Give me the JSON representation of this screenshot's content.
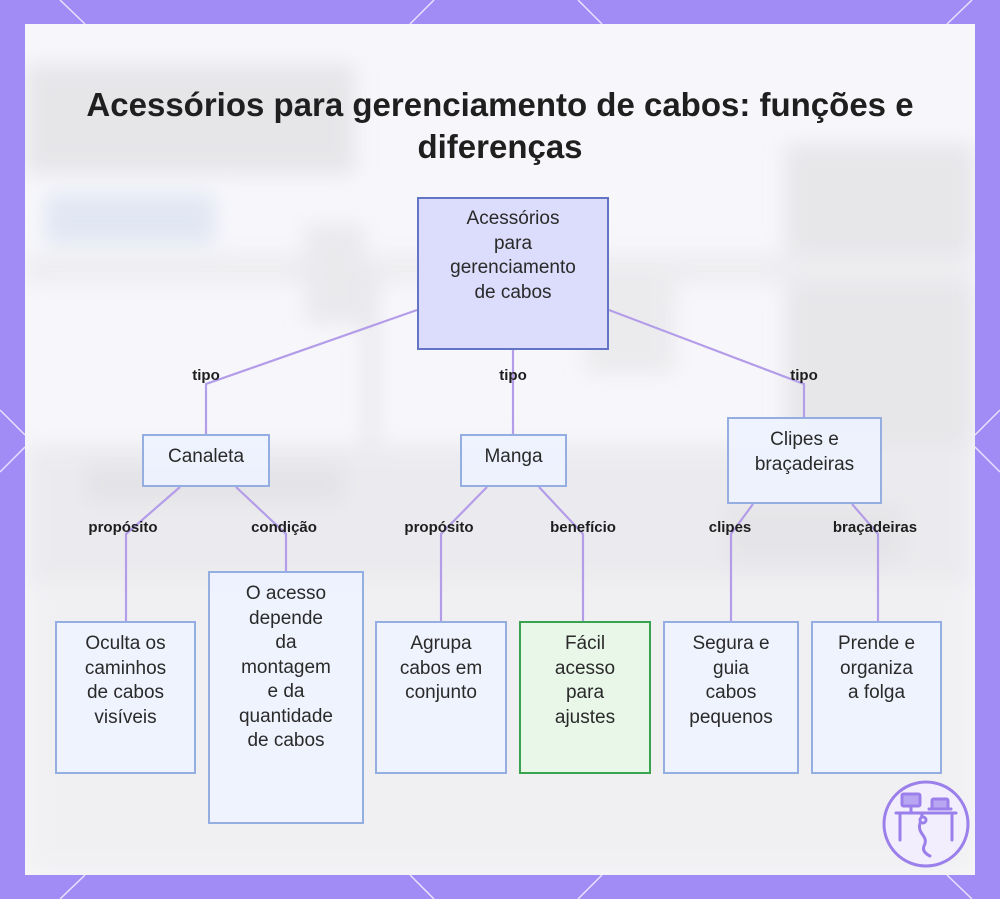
{
  "title": "Acessórios para gerenciamento de cabos: funções e diferenças",
  "colors": {
    "frame": "#a18cf5",
    "card": "#f7f7fb",
    "edge": "#b39de8",
    "node_border": "#95aee2",
    "root_fill": "#dcdcfc",
    "root_border": "#6474c4",
    "highlight_border": "#3aa34f",
    "highlight_fill": "#e9f7e9"
  },
  "nodes": {
    "root": [
      "Acessórios",
      "para",
      "gerenciamento",
      "de cabos"
    ],
    "canaleta": [
      "Canaleta"
    ],
    "manga": [
      "Manga"
    ],
    "clipes": [
      "Clipes e",
      "braçadeiras"
    ],
    "oculta": [
      "Oculta os",
      "caminhos",
      "de cabos",
      "visíveis"
    ],
    "acesso": [
      "O acesso",
      "depende",
      "da",
      "montagem",
      "e da",
      "quantidade",
      "de cabos"
    ],
    "agrupa": [
      "Agrupa",
      "cabos em",
      "conjunto"
    ],
    "facil": [
      "Fácil",
      "acesso",
      "para",
      "ajustes"
    ],
    "segura": [
      "Segura e",
      "guia",
      "cabos",
      "pequenos"
    ],
    "prende": [
      "Prende e",
      "organiza",
      "a folga"
    ]
  },
  "edge_labels": {
    "tipo_canaleta": "tipo",
    "tipo_manga": "tipo",
    "tipo_clipes": "tipo",
    "proposito_canaleta": "propósito",
    "condicao": "condição",
    "proposito_manga": "propósito",
    "beneficio": "benefício",
    "clipes": "clipes",
    "bracadeiras": "braçadeiras"
  },
  "logo_icon": "desk-cable-icon"
}
